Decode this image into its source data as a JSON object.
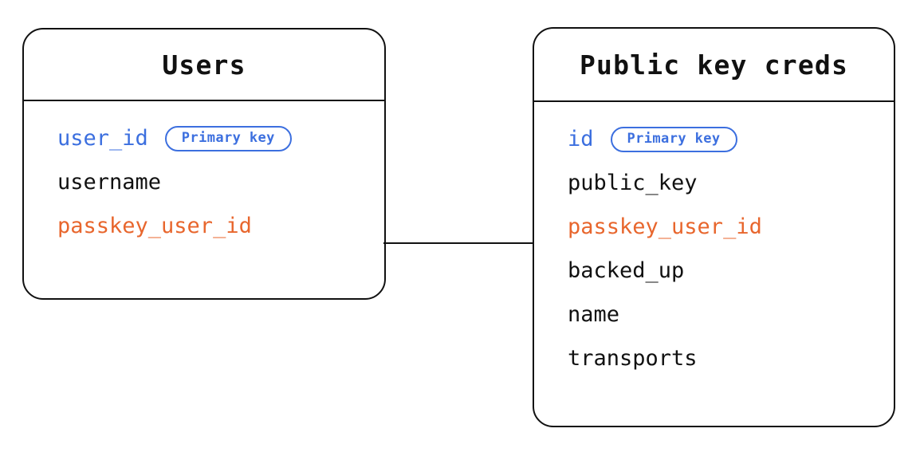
{
  "diagram": {
    "type": "entity-relationship-diagram",
    "background_color": "#ffffff",
    "colors": {
      "outline": "#111111",
      "text": "#111111",
      "primary_key": "#3c6fdf",
      "foreign_key": "#e8662d"
    },
    "tables": [
      {
        "id": "users",
        "title": "Users",
        "fields": [
          {
            "name": "user_id",
            "role": "primary-key",
            "badge": "Primary key"
          },
          {
            "name": "username",
            "role": "plain",
            "badge": null
          },
          {
            "name": "passkey_user_id",
            "role": "foreign-key",
            "badge": null
          }
        ]
      },
      {
        "id": "public-key-creds",
        "title": "Public key creds",
        "fields": [
          {
            "name": "id",
            "role": "primary-key",
            "badge": "Primary key"
          },
          {
            "name": "public_key",
            "role": "plain",
            "badge": null
          },
          {
            "name": "passkey_user_id",
            "role": "foreign-key",
            "badge": null
          },
          {
            "name": "backed_up",
            "role": "plain",
            "badge": null
          },
          {
            "name": "name",
            "role": "plain",
            "badge": null
          },
          {
            "name": "transports",
            "role": "plain",
            "badge": null
          }
        ]
      }
    ],
    "relationships": [
      {
        "id": "users-to-public-key-creds",
        "from_table": "users",
        "from_field": "passkey_user_id",
        "to_table": "public-key-creds",
        "to_field": "passkey_user_id",
        "style": "straight-line"
      }
    ]
  }
}
